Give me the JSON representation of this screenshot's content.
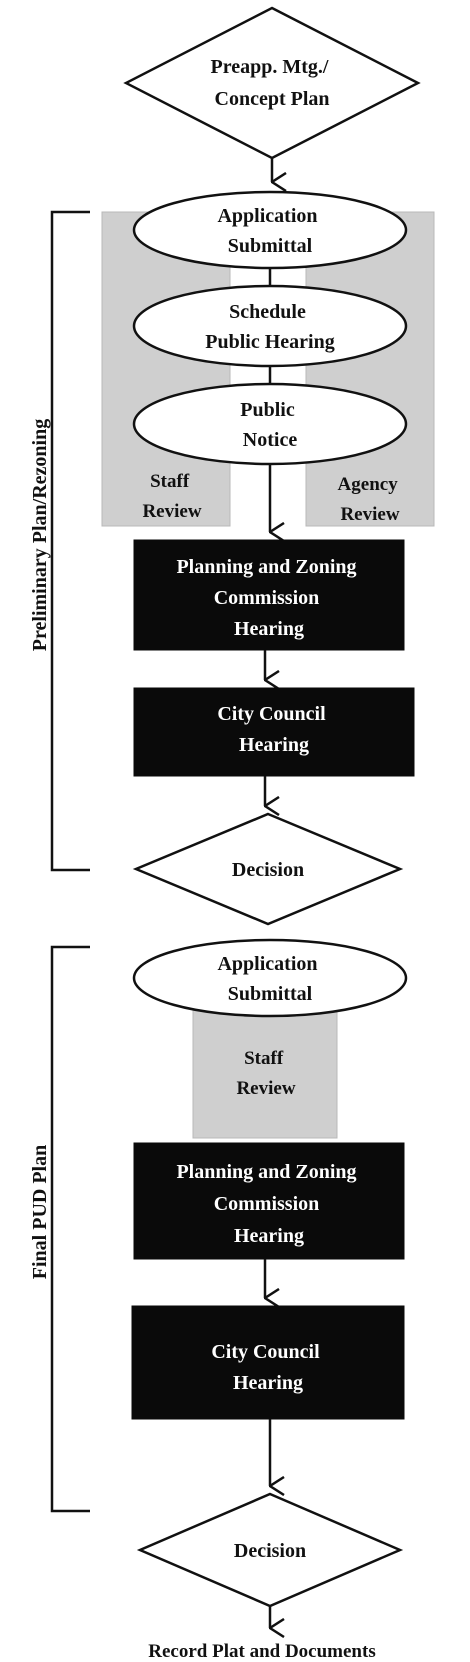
{
  "preliminary_section": {
    "side_label": "Preliminary Plan/Rezoning",
    "preapp": [
      "Preapp. Mtg./",
      "Concept Plan"
    ],
    "application": [
      "Application",
      "Submittal"
    ],
    "schedule": [
      "Schedule",
      "Public Hearing"
    ],
    "notice": [
      "Public",
      "Notice"
    ],
    "staff_review": [
      "Staff",
      "Review"
    ],
    "agency_review": [
      "Agency",
      "Review"
    ],
    "pz_hearing": [
      "Planning and Zoning",
      "Commission",
      "Hearing"
    ],
    "council_hearing": [
      "City Council",
      "Hearing"
    ],
    "decision": "Decision"
  },
  "final_section": {
    "side_label": "Final PUD Plan",
    "application": [
      "Application",
      "Submittal"
    ],
    "staff_review": [
      "Staff",
      "Review"
    ],
    "pz_hearing": [
      "Planning and Zoning",
      "Commission",
      "Hearing"
    ],
    "council_hearing": [
      "City Council",
      "Hearing"
    ],
    "decision": "Decision"
  },
  "final_step": "Record Plat and Documents"
}
